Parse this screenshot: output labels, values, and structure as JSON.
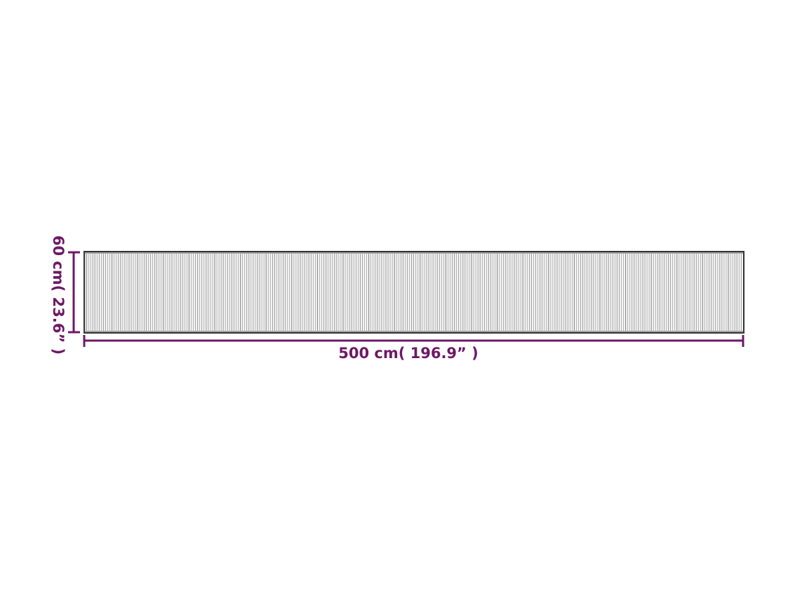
{
  "dimensions": {
    "width_label": "500 cm( 196.9”  )",
    "height_label": "60 cm( 23.6”  )"
  },
  "colors": {
    "dimension": "#6e1866",
    "mat_outline": "#333333",
    "mat_fill": "#f4f4f4",
    "slat_line": "#7a7a7a",
    "background": "#ffffff"
  },
  "mat": {
    "pattern": "vertical-slats"
  }
}
